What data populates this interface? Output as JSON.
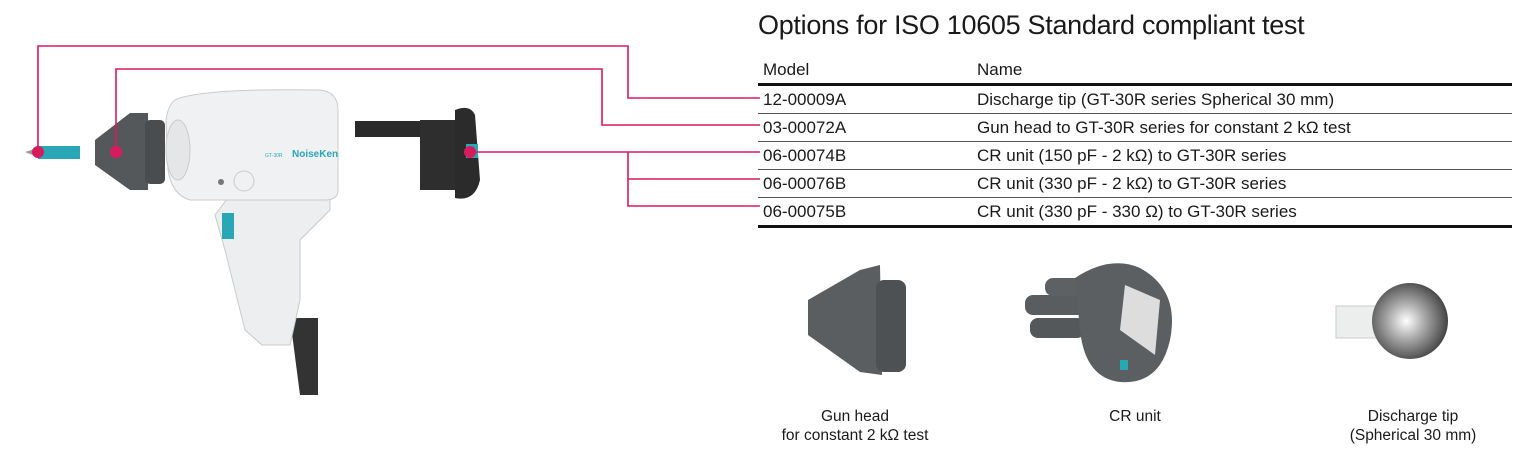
{
  "title": "Options for ISO 10605 Standard compliant test",
  "table": {
    "headers": {
      "model": "Model",
      "name": "Name"
    },
    "rows": [
      {
        "model": "12-00009A",
        "name": "Discharge tip (GT-30R series Spherical 30 mm)"
      },
      {
        "model": "03-00072A",
        "name": "Gun head to GT-30R series for constant 2 kΩ test"
      },
      {
        "model": "06-00074B",
        "name": "CR unit (150 pF - 2 kΩ) to GT-30R series"
      },
      {
        "model": "06-00076B",
        "name": "CR unit (330 pF - 2 kΩ) to GT-30R series"
      },
      {
        "model": "06-00075B",
        "name": "CR unit (330 pF - 330 Ω) to GT-30R series"
      }
    ]
  },
  "product_logo": {
    "brand": "NoiseKen",
    "model": "GT-30R"
  },
  "captions": {
    "gun_head": [
      "Gun head",
      "for constant 2 kΩ test"
    ],
    "cr_unit": [
      "CR unit"
    ],
    "discharge_tip": [
      "Discharge tip",
      "(Spherical 30 mm)"
    ]
  },
  "colors": {
    "leader_line": "#d81b5c",
    "accent_teal": "#2aa7b5",
    "part_gray": "#5a5d60"
  }
}
